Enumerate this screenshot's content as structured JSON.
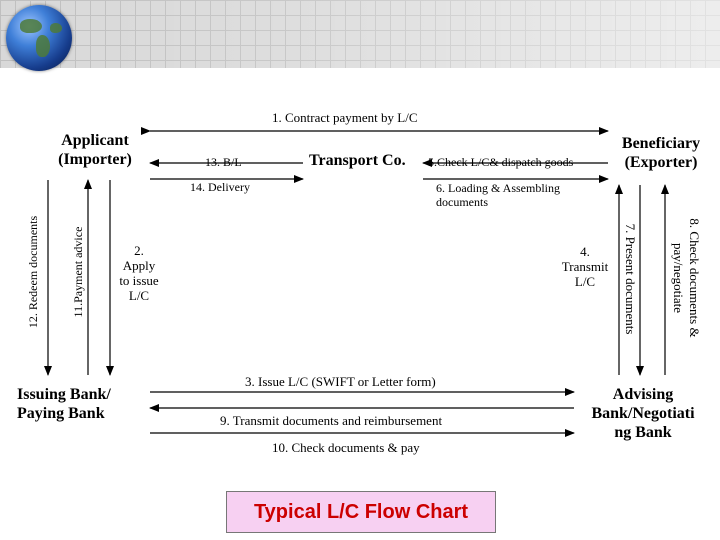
{
  "nodes": {
    "applicant": {
      "line1": "Applicant",
      "line2": "(Importer)"
    },
    "beneficiary": {
      "line1": "Beneficiary",
      "line2": "(Exporter)"
    },
    "transport": "Transport Co.",
    "issuing_bank": {
      "line1": "Issuing  Bank/",
      "line2": "Paying Bank"
    },
    "advising_bank": {
      "line1": "Advising",
      "line2": "Bank/Negotiati",
      "line3": "ng Bank"
    }
  },
  "steps": {
    "s1": "1. Contract payment by L/C",
    "s2": {
      "line1": "2.",
      "line2": "Apply",
      "line3": "to issue",
      "line4": "L/C"
    },
    "s3": "3. Issue L/C (SWIFT or Letter form)",
    "s4": {
      "line1": "4.",
      "line2": "Transmit",
      "line3": "L/C"
    },
    "s5": "5.Check L/C& dispatch goods",
    "s6": {
      "line1": "6. Loading  &  Assembling",
      "line2": "documents"
    },
    "s7": "7. Present documents",
    "s8": {
      "line1": "8. Check documents &",
      "line2": "pay/negotiate"
    },
    "s9": "9. Transmit documents and reimbursement",
    "s10": "10. Check documents & pay",
    "s11": "11.Payment advice",
    "s12": "12. Redeem documents",
    "s13": "13. B/L",
    "s14": "14. Delivery"
  },
  "title": "Typical L/C Flow Chart",
  "colors": {
    "title_text": "#cc0000",
    "title_bg": "#f7d0f2",
    "arrow": "#000000"
  },
  "icons": {
    "globe": "globe-icon"
  }
}
